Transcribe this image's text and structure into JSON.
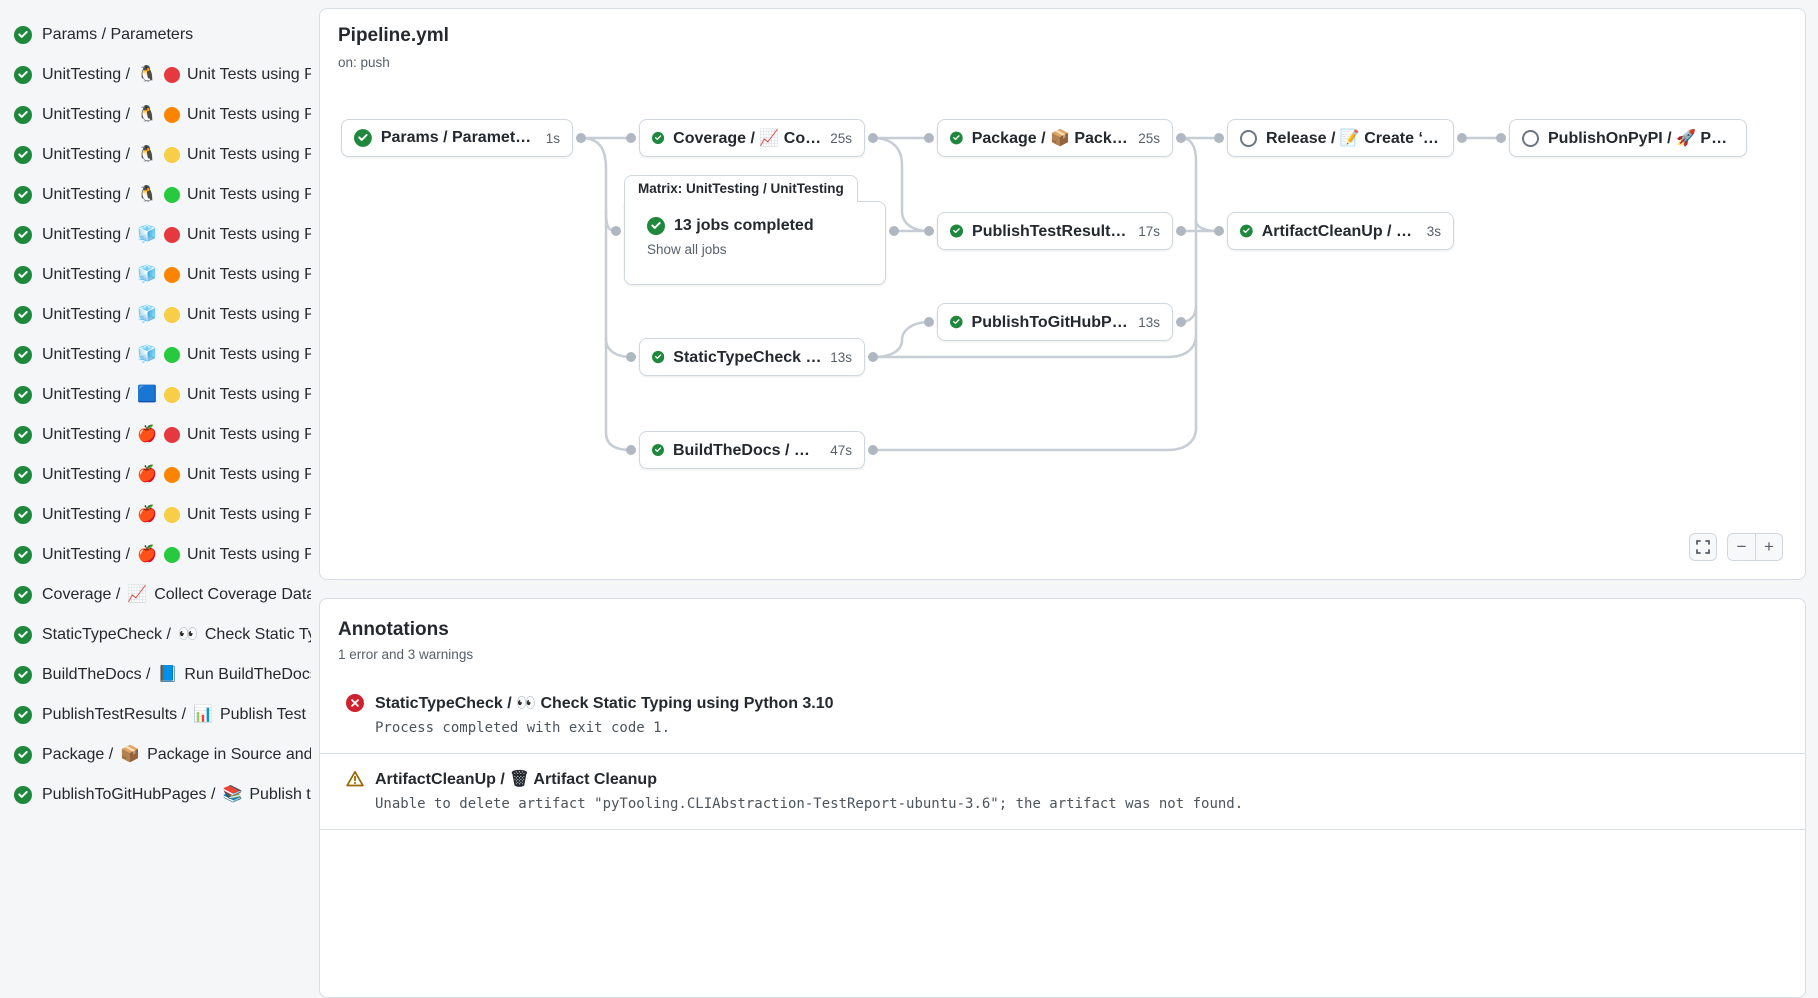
{
  "colors": {
    "success_green": "#1f883d",
    "error_red": "#cf222e",
    "warning_amber": "#9a6700",
    "connector_gray": "#c6cdd5",
    "dot_red": "#e5383f",
    "dot_orange": "#fb8500",
    "dot_yellow": "#f7ce46",
    "dot_green": "#27c93f"
  },
  "header": {
    "title": "Pipeline.yml",
    "trigger": "on: push"
  },
  "sidebar": {
    "jobs": [
      {
        "text1": "Params / Parameters",
        "icon": "",
        "dot": "",
        "text2": ""
      },
      {
        "text1": "UnitTesting /",
        "icon": "🐧",
        "dot": "#e5383f",
        "text2": "Unit Tests using Pyth..."
      },
      {
        "text1": "UnitTesting /",
        "icon": "🐧",
        "dot": "#fb8500",
        "text2": "Unit Tests using Pyth..."
      },
      {
        "text1": "UnitTesting /",
        "icon": "🐧",
        "dot": "#f7ce46",
        "text2": "Unit Tests using Pyth..."
      },
      {
        "text1": "UnitTesting /",
        "icon": "🐧",
        "dot": "#27c93f",
        "text2": "Unit Tests using Pyth..."
      },
      {
        "text1": "UnitTesting /",
        "icon": "🧊",
        "dot": "#e5383f",
        "text2": "Unit Tests using Pyth..."
      },
      {
        "text1": "UnitTesting /",
        "icon": "🧊",
        "dot": "#fb8500",
        "text2": "Unit Tests using Pyth..."
      },
      {
        "text1": "UnitTesting /",
        "icon": "🧊",
        "dot": "#f7ce46",
        "text2": "Unit Tests using Pyth..."
      },
      {
        "text1": "UnitTesting /",
        "icon": "🧊",
        "dot": "#27c93f",
        "text2": "Unit Tests using Pyth..."
      },
      {
        "text1": "UnitTesting /",
        "icon": "🟦",
        "dot": "#f7ce46",
        "text2": "Unit Tests using Pyth..."
      },
      {
        "text1": "UnitTesting /",
        "icon": "🍎",
        "dot": "#e5383f",
        "text2": "Unit Tests using Pyth..."
      },
      {
        "text1": "UnitTesting /",
        "icon": "🍎",
        "dot": "#fb8500",
        "text2": "Unit Tests using Pyth..."
      },
      {
        "text1": "UnitTesting /",
        "icon": "🍎",
        "dot": "#f7ce46",
        "text2": "Unit Tests using Pyth..."
      },
      {
        "text1": "UnitTesting /",
        "icon": "🍎",
        "dot": "#27c93f",
        "text2": "Unit Tests using Pyth..."
      },
      {
        "text1": "Coverage /",
        "icon": "📈",
        "dot": "",
        "text2": "Collect Coverage Data usi..."
      },
      {
        "text1": "StaticTypeCheck /",
        "icon": "👀",
        "dot": "",
        "text2": "Check Static Typing..."
      },
      {
        "text1": "BuildTheDocs /",
        "icon": "📘",
        "dot": "",
        "text2": "Run BuildTheDocs"
      },
      {
        "text1": "PublishTestResults /",
        "icon": "📊",
        "dot": "",
        "text2": "Publish Test Resu..."
      },
      {
        "text1": "Package /",
        "icon": "📦",
        "dot": "",
        "text2": "Package in Source and Wh..."
      },
      {
        "text1": "PublishToGitHubPages /",
        "icon": "📚",
        "dot": "",
        "text2": "Publish to G..."
      }
    ]
  },
  "graph": {
    "nodes": [
      {
        "id": "params",
        "status": "success",
        "label": "Params / Parameters",
        "duration": "1s"
      },
      {
        "id": "coverage",
        "status": "success",
        "label": "Coverage / 📈 Collect Cove...",
        "duration": "25s"
      },
      {
        "id": "package",
        "status": "success",
        "label": "Package / 📦 Package in So...",
        "duration": "25s"
      },
      {
        "id": "release",
        "status": "skipped",
        "label": "Release / 📝 Create ‘Release P...",
        "duration": ""
      },
      {
        "id": "publish-on-pypi",
        "status": "skipped",
        "label": "PublishOnPyPI / 🚀 Publish to ...",
        "duration": ""
      },
      {
        "id": "publish-test-results",
        "status": "success",
        "label": "PublishTestResults / 📊 Pu...",
        "duration": "17s"
      },
      {
        "id": "artifact-cleanup",
        "status": "success",
        "label": "ArtifactCleanUp / 🗑 Artifac...",
        "duration": "3s"
      },
      {
        "id": "publish-to-github-pages",
        "status": "success",
        "label": "PublishToGitHubPages / 📚 ...",
        "duration": "13s"
      },
      {
        "id": "static-type-check",
        "status": "success",
        "label": "StaticTypeCheck / 👀 Chec...",
        "duration": "13s"
      },
      {
        "id": "build-the-docs",
        "status": "success",
        "label": "BuildTheDocs / 📘 Run Buil...",
        "duration": "47s"
      }
    ],
    "matrix": {
      "label": "Matrix: UnitTesting / UnitTesting",
      "summary": "13 jobs completed",
      "link": "Show all jobs"
    },
    "controls": {
      "zoom_out": "−",
      "zoom_in": "+"
    }
  },
  "annotations": {
    "title": "Annotations",
    "summary": "1 error and 3 warnings",
    "items": [
      {
        "type": "error",
        "job_title": "StaticTypeCheck / 👀 Check Static Typing using Python 3.10",
        "message": "Process completed with exit code 1."
      },
      {
        "type": "warning",
        "job_title": "ArtifactCleanUp / 🗑 Artifact Cleanup",
        "message": "Unable to delete artifact \"pyTooling.CLIAbstraction-TestReport-ubuntu-3.6\"; the artifact was not found."
      }
    ]
  }
}
